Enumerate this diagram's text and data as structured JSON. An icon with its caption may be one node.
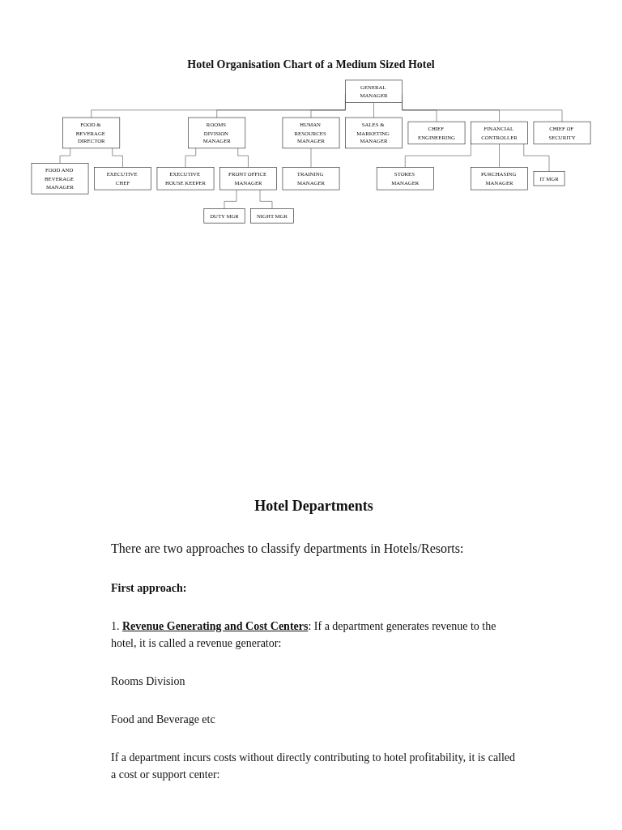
{
  "diagram": {
    "title": "Hotel Organisation Chart of a Medium Sized Hotel",
    "nodes": [
      {
        "text": [
          "GENERAL MANAGER"
        ]
      },
      {
        "text": [
          "FOOD & BEVERAGE DIRECTOR"
        ]
      },
      {
        "text": [
          "ROOMS DIVISION MANAGER"
        ]
      },
      {
        "text": [
          "FINANCIAL CONTROLLER"
        ]
      },
      {
        "text": [
          "FOOD AND BEVERAGE MANAGER"
        ]
      },
      {
        "text": [
          "EXECUTIVE CHEF"
        ]
      },
      {
        "text": [
          "SALES & MARKETING MANAGER"
        ]
      },
      {
        "text": [
          "EXECUTIVE HOUSE KEEPER"
        ]
      },
      {
        "text": [
          "FRONT OFFICE MANAGER"
        ]
      },
      {
        "text": [
          "CHIEF ENGINEERING"
        ]
      },
      {
        "text": [
          "HUMAN RESOURCES MANAGER"
        ]
      },
      {
        "text": [
          "CHIEF OF SECURITY"
        ]
      },
      {
        "text": [
          "DUTY MGR"
        ]
      },
      {
        "text": [
          "NIGHT MGR"
        ]
      },
      {
        "text": [
          "TRAINING MANAGER"
        ]
      },
      {
        "text": [
          "STORES MANAGER"
        ]
      },
      {
        "text": [
          "PURCHASING MANAGER"
        ]
      },
      {
        "text": [
          "IT MGR"
        ]
      }
    ],
    "edges": [
      {
        "from": 0,
        "to": 1,
        "arrow": "none"
      },
      {
        "from": 0,
        "to": 6,
        "arrow": "none"
      },
      {
        "from": 0,
        "to": 2,
        "arrow": "none"
      },
      {
        "from": 0,
        "to": 9,
        "arrow": "none"
      },
      {
        "from": 0,
        "to": 10,
        "arrow": "none"
      },
      {
        "from": 0,
        "to": 3,
        "arrow": "none"
      },
      {
        "from": 0,
        "to": 11,
        "arrow": "none"
      },
      {
        "from": 1,
        "to": 4,
        "arrow": "none"
      },
      {
        "from": 1,
        "to": 5,
        "arrow": "none"
      },
      {
        "from": 2,
        "to": 7,
        "arrow": "none"
      },
      {
        "from": 2,
        "to": 8,
        "arrow": "none"
      },
      {
        "from": 8,
        "to": 12,
        "arrow": "none"
      },
      {
        "from": 8,
        "to": 13,
        "arrow": "none"
      },
      {
        "from": 10,
        "to": 14,
        "arrow": "none"
      },
      {
        "from": 3,
        "to": 15,
        "arrow": "none"
      },
      {
        "from": 3,
        "to": 16,
        "arrow": "none"
      },
      {
        "from": 3,
        "to": 17,
        "arrow": "none"
      }
    ],
    "labels": [
      "Hotel Departments",
      "There are two approaches to classify departments in Hotels/Resorts:",
      "First approach:",
      "1. **Revenue Generating and Cost Centers**: If a department generates revenue to the hotel, it is called a revenue generator:",
      "Rooms Division",
      "Food and Beverage etc",
      "If a department incurs costs without directly contributing to hotel profitability, it is called a cost or support center:"
    ]
  }
}
